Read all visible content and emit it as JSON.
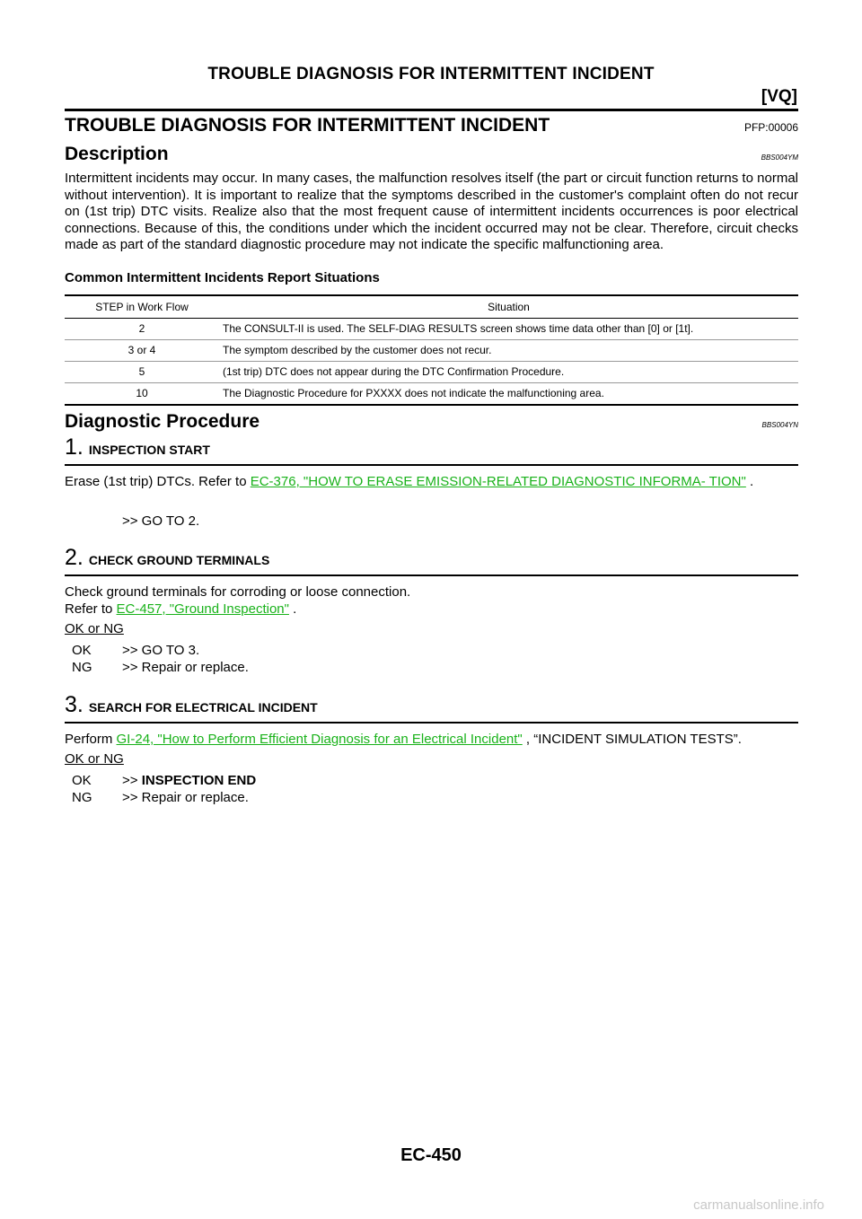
{
  "header": {
    "title": "TROUBLE DIAGNOSIS FOR INTERMITTENT INCIDENT",
    "code": "[VQ]"
  },
  "section": {
    "title": "TROUBLE DIAGNOSIS FOR INTERMITTENT INCIDENT",
    "pfp": "PFP:00006"
  },
  "description": {
    "title": "Description",
    "ref": "BBS004YM",
    "text": "Intermittent incidents may occur. In many cases, the malfunction resolves itself (the part or circuit function returns to normal without intervention). It is important to realize that the symptoms described in the customer's complaint often do not recur on (1st trip) DTC visits. Realize also that the most frequent cause of intermittent incidents occurrences is poor electrical connections. Because of this, the conditions under which the incident occurred may not be clear. Therefore, circuit checks made as part of the standard diagnostic procedure may not indicate the specific malfunctioning area."
  },
  "table": {
    "title": "Common Intermittent Incidents Report Situations",
    "headers": [
      "STEP in Work Flow",
      "Situation"
    ],
    "rows": [
      {
        "step": "2",
        "situation": "The CONSULT-II is used. The SELF-DIAG RESULTS screen shows time data other than [0] or [1t]."
      },
      {
        "step": "3 or 4",
        "situation": "The symptom described by the customer does not recur."
      },
      {
        "step": "5",
        "situation": "(1st trip) DTC does not appear during the DTC Confirmation Procedure."
      },
      {
        "step": "10",
        "situation": "The Diagnostic Procedure for PXXXX does not indicate the malfunctioning area."
      }
    ]
  },
  "procedure": {
    "title": "Diagnostic Procedure",
    "ref": "BBS004YN",
    "step1": {
      "number": "1.",
      "title": "INSPECTION START",
      "text_pre": "Erase (1st trip) DTCs. Refer to ",
      "link": "EC-376, \"HOW TO ERASE EMISSION-RELATED DIAGNOSTIC INFORMA- TION\"",
      "text_post": " .",
      "goto": ">> GO TO 2."
    },
    "step2": {
      "number": "2.",
      "title": "CHECK GROUND TERMINALS",
      "text1": "Check ground terminals for corroding or loose connection.",
      "text2_pre": "Refer to ",
      "link": "EC-457, \"Ground Inspection\"",
      "text2_post": " .",
      "okng": "OK or NG",
      "ok_key": "OK",
      "ok_val": ">> GO TO 3.",
      "ng_key": "NG",
      "ng_val": ">> Repair or replace."
    },
    "step3": {
      "number": "3.",
      "title": "SEARCH FOR ELECTRICAL INCIDENT",
      "text_pre": "Perform ",
      "link": "GI-24, \"How to Perform Efficient Diagnosis for an Electrical Incident\"",
      "text_post": " , “INCIDENT SIMULATION TESTS”.",
      "okng": "OK or NG",
      "ok_key": "OK",
      "ok_arrow": ">> ",
      "ok_val": "INSPECTION END",
      "ng_key": "NG",
      "ng_val": ">> Repair or replace."
    }
  },
  "footer": {
    "page": "EC-450",
    "watermark": "carmanualsonline.info"
  }
}
